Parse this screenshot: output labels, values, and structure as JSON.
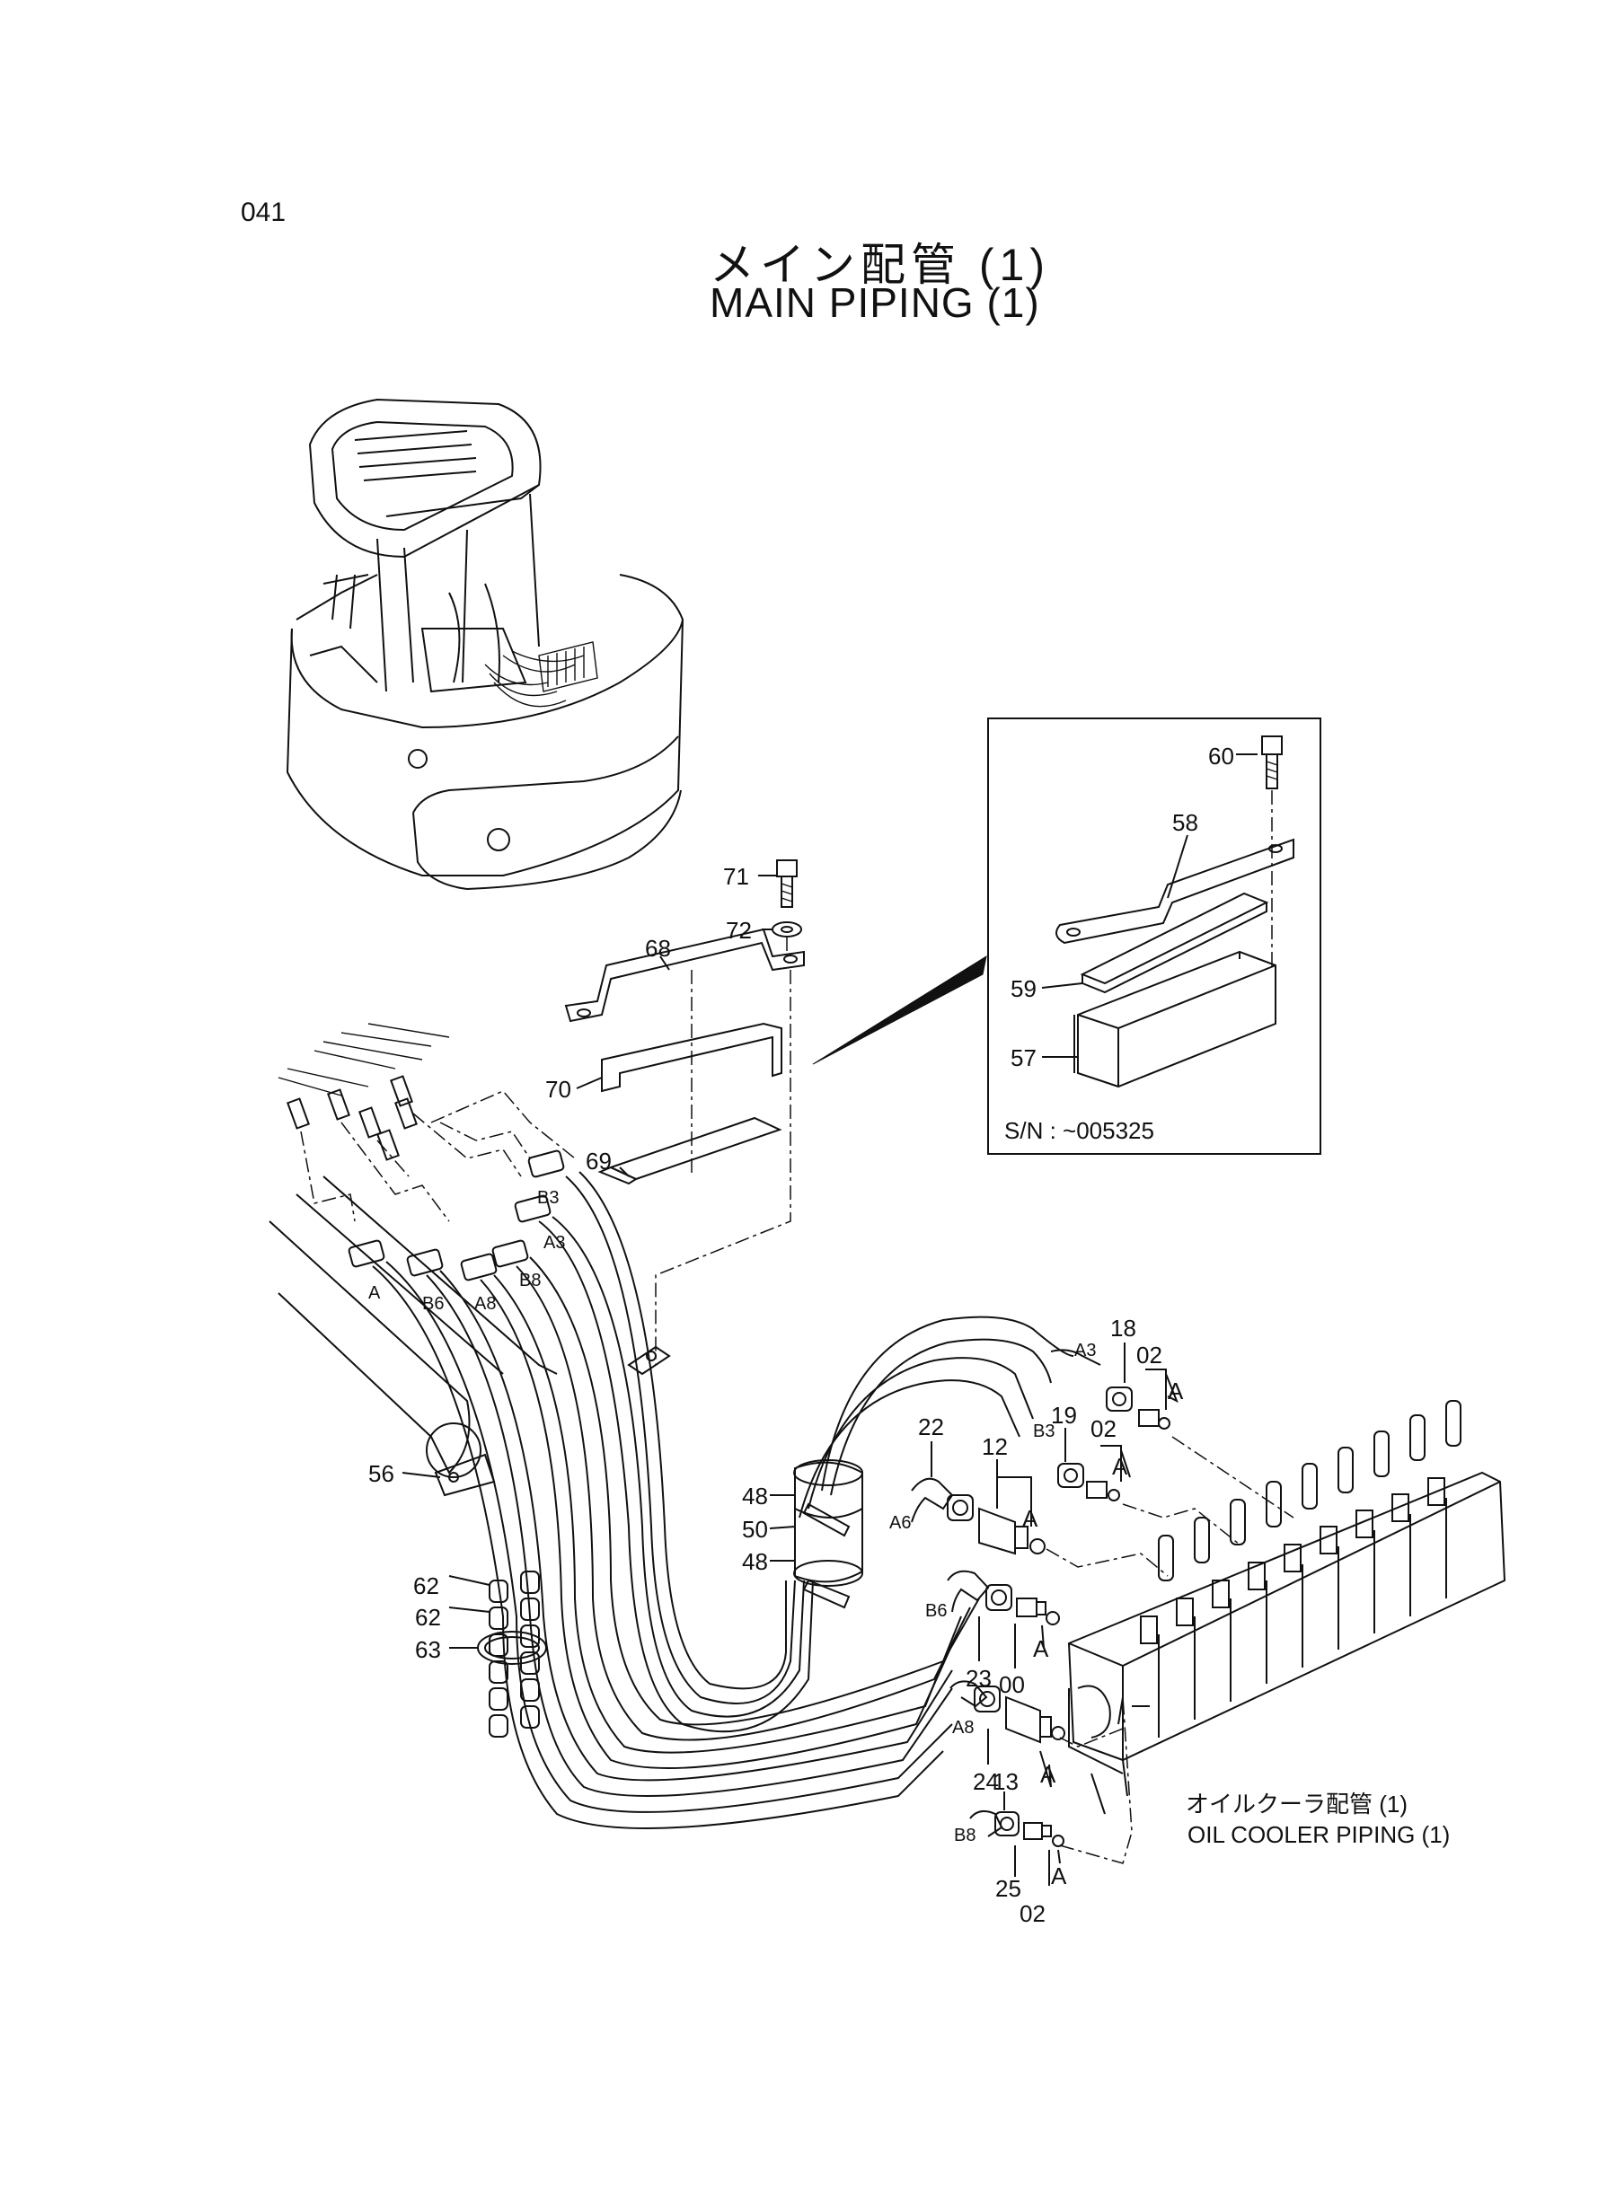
{
  "page": {
    "number": "041"
  },
  "title": {
    "japanese": "メイン配管 (1)",
    "english": "MAIN PIPING (1)"
  },
  "inset": {
    "serial_note": "S/N : ~005325"
  },
  "reference": {
    "japanese": "オイルクーラ配管 (1)",
    "english": "OIL COOLER PIPING (1)"
  },
  "callouts": {
    "c60": "60",
    "c58": "58",
    "c59": "59",
    "c57": "57",
    "c71": "71",
    "c72": "72",
    "c68": "68",
    "c70": "70",
    "c69": "69",
    "c56": "56",
    "c62a": "62",
    "c62b": "62",
    "c63": "63",
    "c48a": "48",
    "c50": "50",
    "c48b": "48",
    "c22": "22",
    "c12": "12",
    "c19": "19",
    "c18": "18",
    "c02a": "02",
    "c02b": "02",
    "c23": "23",
    "c00": "00",
    "c24": "24",
    "c13": "13",
    "c25": "25",
    "c02c": "02"
  },
  "port_labels": {
    "b3_top": "B3",
    "a3_top": "A3",
    "a6": "A",
    "b6": "B6",
    "a8": "A8",
    "b8": "B8",
    "a3_right": "A3",
    "b3_right": "B3",
    "a6_right": "A6",
    "b6_right": "B6",
    "a8_right": "A8",
    "b8_right": "B8",
    "a1": "A",
    "a2": "A",
    "a3": "A",
    "a4": "A",
    "a5": "A"
  }
}
